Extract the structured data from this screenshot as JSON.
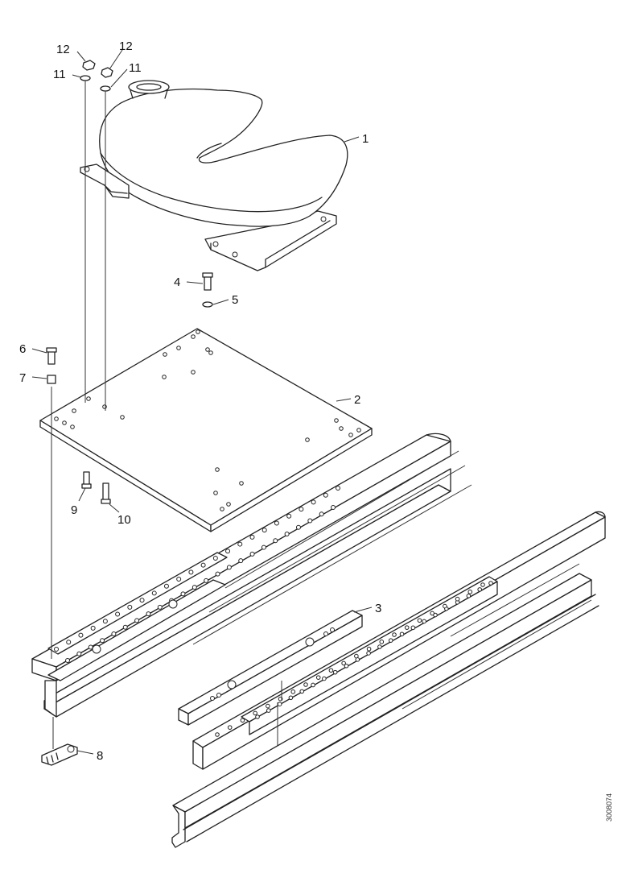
{
  "callouts": [
    {
      "label": "1"
    },
    {
      "label": "2"
    },
    {
      "label": "3"
    },
    {
      "label": "4"
    },
    {
      "label": "5"
    },
    {
      "label": "6"
    },
    {
      "label": "7"
    },
    {
      "label": "8"
    },
    {
      "label": "9"
    },
    {
      "label": "10"
    },
    {
      "label": "11"
    },
    {
      "label": "11"
    },
    {
      "label": "12"
    },
    {
      "label": "12"
    }
  ],
  "drawing_code": "3008074"
}
